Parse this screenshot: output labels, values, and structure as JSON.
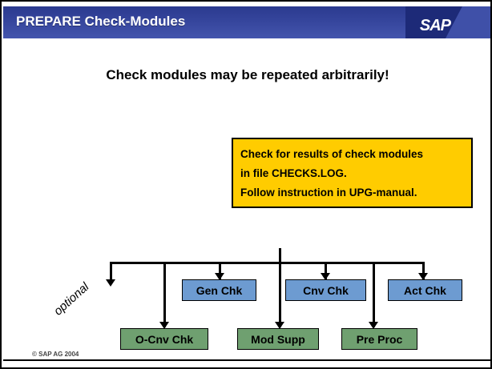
{
  "slide": {
    "header": {
      "title": "PREPARE Check-Modules",
      "logo_text": "SAP",
      "bar_color": "#35459c",
      "logo_block_color": "#1d2a78"
    },
    "heading": "Check modules may be repeated arbitrarily!",
    "callout": {
      "background_color": "#ffcc00",
      "border_color": "#000000",
      "lines": [
        "Check for results of check modules",
        "in file CHECKS.LOG.",
        "Follow instruction in UPG-manual."
      ]
    },
    "diagram": {
      "optional_label": "optional",
      "blue_color": "#6d9bd1",
      "green_color": "#6fa070",
      "boxes": [
        {
          "label": "Gen Chk",
          "color": "blue"
        },
        {
          "label": "Cnv Chk",
          "color": "blue"
        },
        {
          "label": "Act Chk",
          "color": "blue"
        },
        {
          "label": "O-Cnv Chk",
          "color": "green"
        },
        {
          "label": "Mod Supp",
          "color": "green"
        },
        {
          "label": "Pre Proc",
          "color": "green"
        }
      ]
    },
    "footer": {
      "copyright": "©  SAP AG 2004"
    }
  }
}
